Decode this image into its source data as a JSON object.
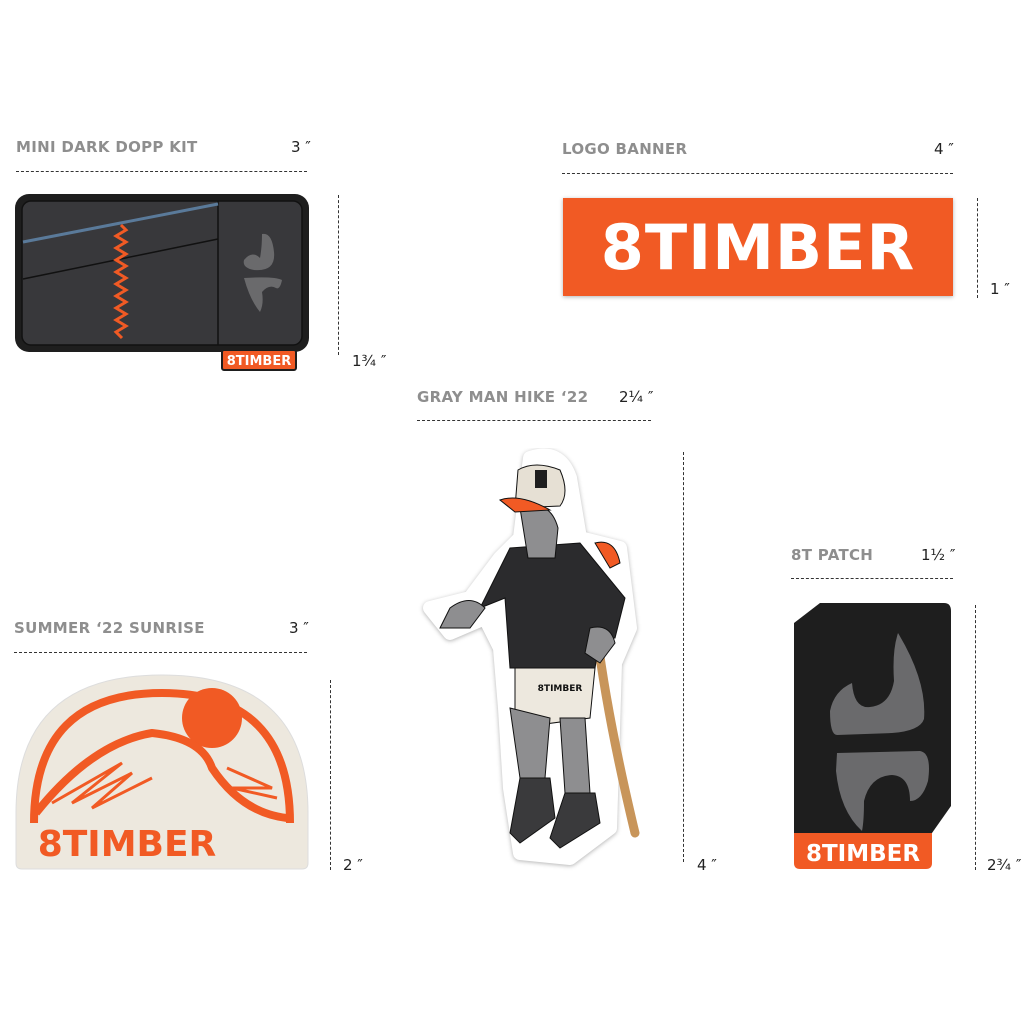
{
  "items": [
    {
      "title": "MINI DARK DOPP KIT",
      "width": "3 ″",
      "height": "1¾ ″",
      "brand": "8TIMBER"
    },
    {
      "title": "LOGO BANNER",
      "width": "4 ″",
      "height": "1 ″",
      "brand": "8TIMBER"
    },
    {
      "title": "GRAY MAN HIKE ‘22",
      "width": "2¼ ″",
      "height": "4 ″",
      "brand": "8TIMBER"
    },
    {
      "title": "8T PATCH",
      "width": "1½ ″",
      "height": "2¾ ″",
      "brand": "8TIMBER"
    },
    {
      "title": "SUMMER ‘22 SUNRISE",
      "width": "3 ″",
      "height": "2 ″",
      "brand": "8TIMBER"
    }
  ],
  "colors": {
    "orange": "#f15a24",
    "dark": "#333335",
    "black": "#1e1e1e",
    "gray": "#6a6a6c",
    "cream": "#ede8de",
    "blue": "#5a7a9a"
  }
}
